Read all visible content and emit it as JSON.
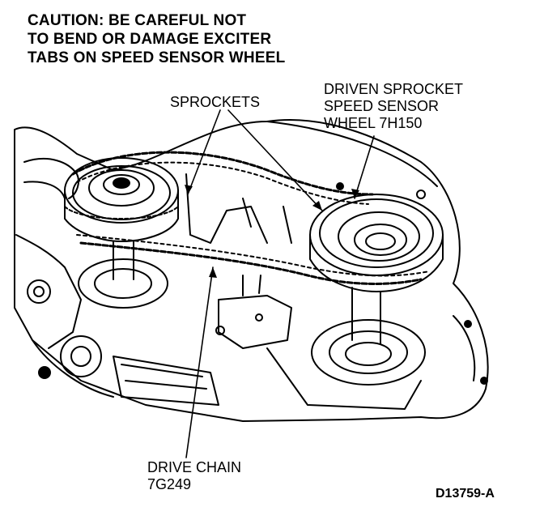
{
  "caution": {
    "lines": [
      "CAUTION: BE CAREFUL NOT",
      "TO BEND OR DAMAGE EXCITER",
      "TABS ON SPEED SENSOR WHEEL"
    ]
  },
  "callouts": {
    "sprockets": "SPROCKETS",
    "driven_sprocket": [
      "DRIVEN SPROCKET",
      "SPEED SENSOR",
      "WHEEL 7H150"
    ],
    "drive_chain": [
      "DRIVE CHAIN",
      "7G249"
    ]
  },
  "figure_id": "D13759-A",
  "colors": {
    "ink": "#000000",
    "paper": "#ffffff"
  }
}
